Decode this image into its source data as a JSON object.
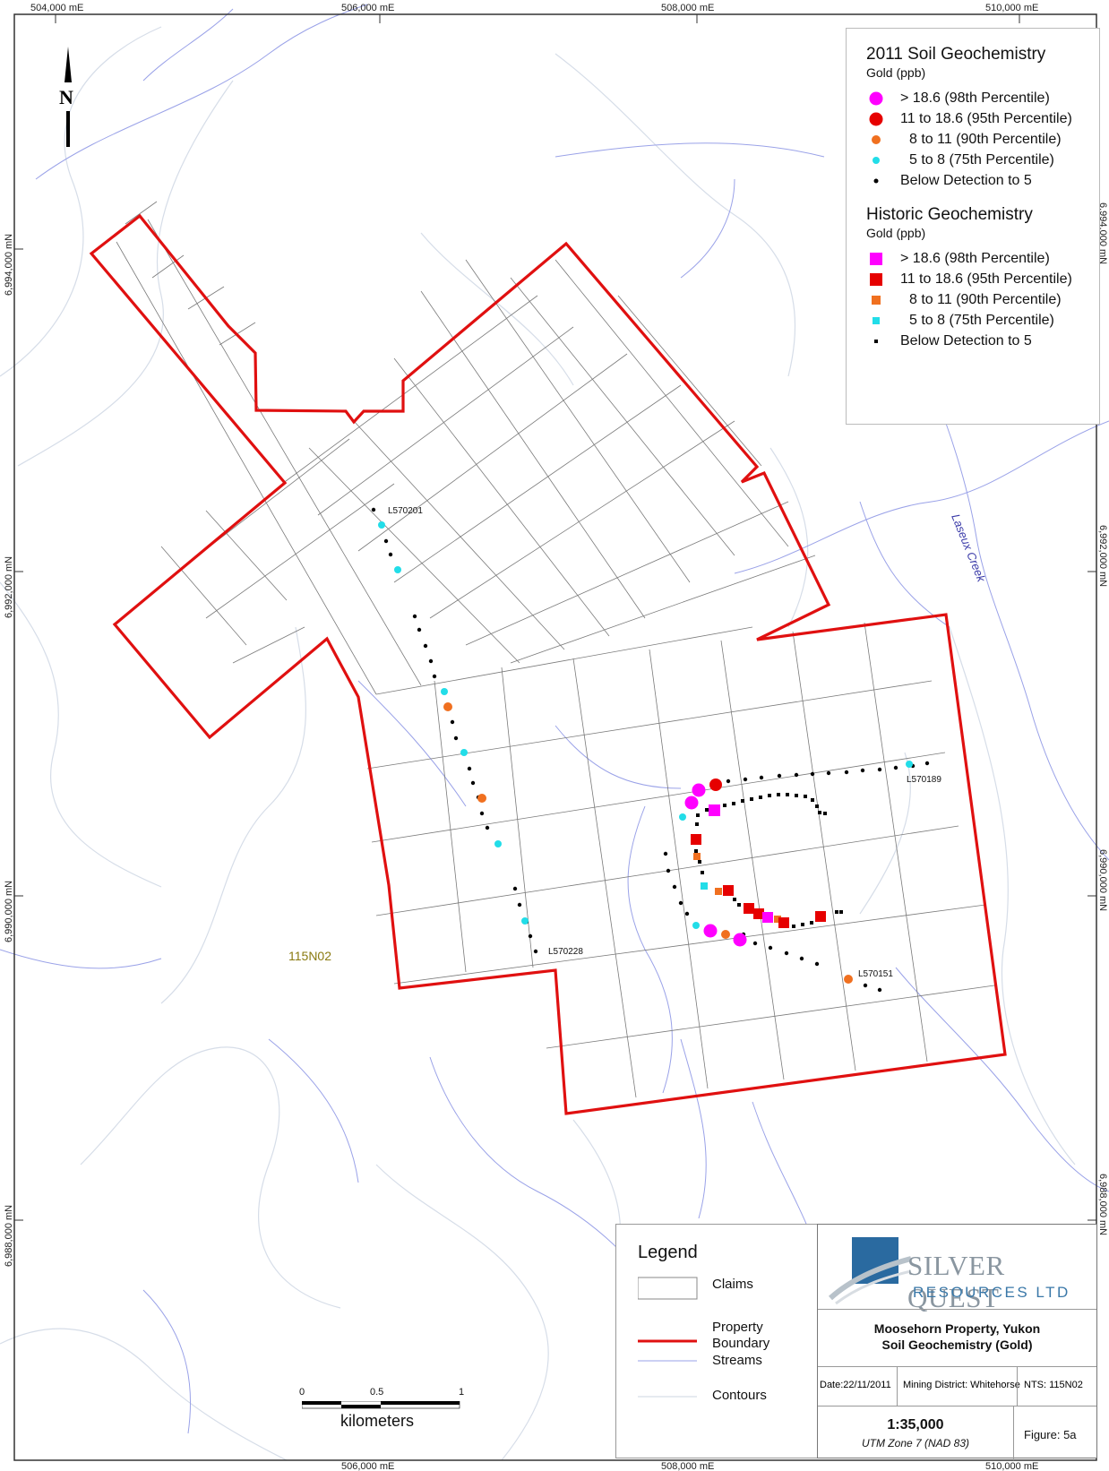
{
  "frame": {
    "top_coords": [
      "504,000 mE",
      "506,000 mE",
      "508,000 mE",
      "510,000 mE"
    ],
    "bottom_coords": [
      "506,000 mE",
      "508,000 mE",
      "510,000 mE"
    ],
    "left_coords": [
      "6,994,000 mN",
      "6,992,000 mN",
      "6,990,000 mN",
      "6,988,000 mN"
    ],
    "right_coords": [
      "6,994,000 mN",
      "6,992,000 mN",
      "6,990,000 mN",
      "6,988,000 mN"
    ]
  },
  "north_arrow": {
    "label": "N"
  },
  "map_labels": {
    "creek": "Laseux Creek",
    "nts_sheet": "115N02",
    "lines": [
      "L570201",
      "L570228",
      "L570189",
      "L570151"
    ]
  },
  "legend_2011": {
    "title": "2011 Soil Geochemistry",
    "subtitle": "Gold (ppb)",
    "items": [
      {
        "label": "> 18.6 (98th Percentile)",
        "color": "#ff00ff",
        "symbol": "circle-large"
      },
      {
        "label": "11 to 18.6 (95th Percentile)",
        "color": "#e60000",
        "symbol": "circle-large"
      },
      {
        "label": "8 to 11 (90th Percentile)",
        "color": "#f07020",
        "symbol": "circle-medium"
      },
      {
        "label": "5 to 8 (75th Percentile)",
        "color": "#22dde8",
        "symbol": "circle-small"
      },
      {
        "label": "Below Detection to 5",
        "color": "#000000",
        "symbol": "dot"
      }
    ]
  },
  "legend_historic": {
    "title": "Historic Geochemistry",
    "subtitle": "Gold (ppb)",
    "items": [
      {
        "label": "> 18.6 (98th Percentile)",
        "color": "#ff00ff",
        "symbol": "square-large"
      },
      {
        "label": "11 to 18.6 (95th Percentile)",
        "color": "#e60000",
        "symbol": "square-large"
      },
      {
        "label": "8 to 11 (90th Percentile)",
        "color": "#f07020",
        "symbol": "square-medium"
      },
      {
        "label": "5 to 8 (75th Percentile)",
        "color": "#22dde8",
        "symbol": "square-small"
      },
      {
        "label": "Below Detection to 5",
        "color": "#000000",
        "symbol": "square-dot"
      }
    ]
  },
  "legend": {
    "title": "Legend",
    "claims": "Claims",
    "property_line1": "Property",
    "property_line2": "Boundary",
    "streams": "Streams",
    "contours": "Contours",
    "property_color": "#e01010"
  },
  "scale_bar": {
    "labels": [
      "0",
      "0.5",
      "1"
    ],
    "unit": "kilometers"
  },
  "title_block": {
    "company": "SILVER QUEST",
    "company_sub": "RESOURCES LTD",
    "title_line1": "Moosehorn Property, Yukon",
    "title_line2": "Soil Geochemistry (Gold)",
    "date": "Date:22/11/2011",
    "district": "Mining District: Whitehorse",
    "nts": "NTS:  115N02",
    "scale": "1:35,000",
    "projection": "UTM Zone 7 (NAD 83)",
    "figure": "Figure: 5a"
  }
}
